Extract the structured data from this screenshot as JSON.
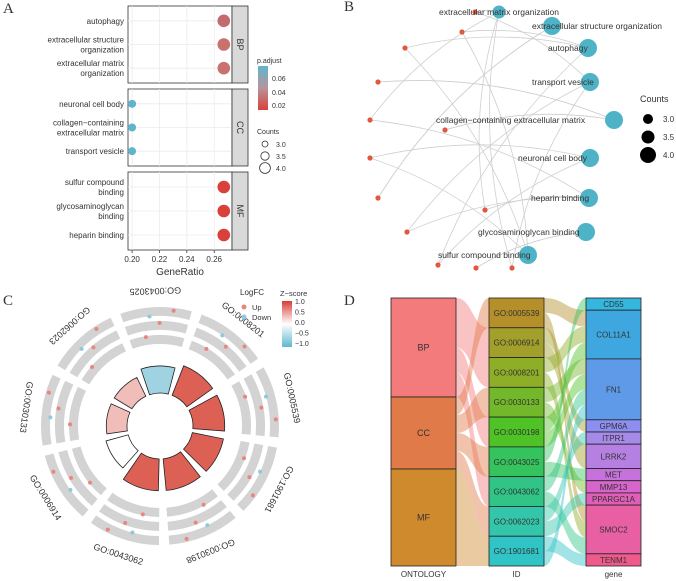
{
  "panels": {
    "A": {
      "letter": "A"
    },
    "B": {
      "letter": "B"
    },
    "C": {
      "letter": "C"
    },
    "D": {
      "letter": "D"
    }
  },
  "chart_data": [
    {
      "panel": "A",
      "type": "scatter",
      "subtype": "dotplot",
      "xlabel": "GeneRatio",
      "xticks": [
        0.2,
        0.22,
        0.24,
        0.26
      ],
      "xlim": [
        0.197,
        0.273
      ],
      "facets": [
        {
          "name": "BP",
          "terms": [
            "autophagy",
            "extracellular structure organization",
            "extracellular matrix organization"
          ]
        },
        {
          "name": "CC",
          "terms": [
            "neuronal cell body",
            "collagen−containing extracellular matrix",
            "transport vesicle"
          ]
        },
        {
          "name": "MF",
          "terms": [
            "sulfur compound binding",
            "glycosaminoglycan binding",
            "heparin binding"
          ]
        }
      ],
      "points": [
        {
          "term": "autophagy",
          "x": 0.267,
          "count": 4,
          "p_adjust": 0.03,
          "color": "#c46b72"
        },
        {
          "term": "extracellular structure organization",
          "x": 0.267,
          "count": 4,
          "p_adjust": 0.035,
          "color": "#c8716e"
        },
        {
          "term": "extracellular matrix organization",
          "x": 0.267,
          "count": 4,
          "p_adjust": 0.035,
          "color": "#c8716e"
        },
        {
          "term": "neuronal cell body",
          "x": 0.2,
          "count": 3,
          "p_adjust": 0.065,
          "color": "#5fb6cc"
        },
        {
          "term": "collagen−containing extracellular matrix",
          "x": 0.2,
          "count": 3,
          "p_adjust": 0.065,
          "color": "#5fb6cc"
        },
        {
          "term": "transport vesicle",
          "x": 0.2,
          "count": 3,
          "p_adjust": 0.065,
          "color": "#5fb6cc"
        },
        {
          "term": "sulfur compound binding",
          "x": 0.267,
          "count": 4,
          "p_adjust": 0.005,
          "color": "#d9413a"
        },
        {
          "term": "glycosaminoglycan binding",
          "x": 0.267,
          "count": 4,
          "p_adjust": 0.005,
          "color": "#d9413a"
        },
        {
          "term": "heparin binding",
          "x": 0.267,
          "count": 4,
          "p_adjust": 0.005,
          "color": "#d9413a"
        }
      ],
      "legend_color": {
        "title": "p.adjust",
        "ticks": [
          "0.06",
          "0.04",
          "0.02"
        ],
        "colors": [
          "#5fb6cc",
          "#b7949c",
          "#d9413a"
        ]
      },
      "legend_size": {
        "title": "Counts",
        "ticks": [
          "3.0",
          "3.5",
          "4.0"
        ]
      }
    },
    {
      "panel": "B",
      "type": "network",
      "term_nodes": [
        "extracellular matrix organization",
        "extracellular structure organization",
        "autophagy",
        "transport vesicle",
        "collagen−containing extracellular matrix",
        "neuronal cell body",
        "heparin binding",
        "glycosaminoglycan binding",
        "sulfur compound binding"
      ],
      "term_node_color": "#4fb3c8",
      "gene_node_color": "#e0583d",
      "gene_node_count": 13,
      "legend": {
        "title": "Counts",
        "ticks": [
          "3.0",
          "3.5",
          "4.0"
        ]
      }
    },
    {
      "panel": "C",
      "type": "circular",
      "terms": [
        "GO:0008201",
        "GO:0005539",
        "GO:1901681",
        "GO:0030198",
        "GO:0043062",
        "GO:0006914",
        "GO:0030133",
        "GO:0062023",
        "GO:0043025"
      ],
      "zscores": [
        0.85,
        0.85,
        0.85,
        0.85,
        0.85,
        0.0,
        0.35,
        0.35,
        -0.6
      ],
      "legend_logfc": {
        "title": "LogFC",
        "items": [
          {
            "label": "Up",
            "color": "#e8877a"
          },
          {
            "label": "Down",
            "color": "#8ec9dc"
          }
        ]
      },
      "legend_z": {
        "title": "Z−score",
        "ticks": [
          "1.0",
          "0.5",
          "0.0",
          "−0.5",
          "−1.0"
        ]
      }
    },
    {
      "panel": "D",
      "type": "sankey",
      "axis_labels": [
        "ONTOLOGY",
        "ID",
        "gene"
      ],
      "ontology": [
        {
          "label": "BP",
          "color": "#f47b7b"
        },
        {
          "label": "CC",
          "color": "#e07a48"
        },
        {
          "label": "MF",
          "color": "#d08a2e"
        }
      ],
      "ids": [
        {
          "label": "GO:0005539",
          "color": "#b48f2a"
        },
        {
          "label": "GO:0006914",
          "color": "#a2a02a"
        },
        {
          "label": "GO:0008201",
          "color": "#8fae27"
        },
        {
          "label": "GO:0030133",
          "color": "#73b82a"
        },
        {
          "label": "GO:0030198",
          "color": "#4fc226"
        },
        {
          "label": "GO:0043025",
          "color": "#35c35d"
        },
        {
          "label": "GO:0043062",
          "color": "#30c587"
        },
        {
          "label": "GO:0062023",
          "color": "#34c6aa"
        },
        {
          "label": "GO:1901681",
          "color": "#30c4c6"
        }
      ],
      "genes": [
        {
          "label": "CD55",
          "weight": 1,
          "color": "#35b6dc"
        },
        {
          "label": "COL11A1",
          "weight": 4,
          "color": "#3fa7e0"
        },
        {
          "label": "FN1",
          "weight": 5,
          "color": "#5f9ae8"
        },
        {
          "label": "GPM6A",
          "weight": 1,
          "color": "#8d8ef0"
        },
        {
          "label": "ITPR1",
          "weight": 1,
          "color": "#a58ae8"
        },
        {
          "label": "LRRK2",
          "weight": 2,
          "color": "#b680e3"
        },
        {
          "label": "MET",
          "weight": 1,
          "color": "#c772dc"
        },
        {
          "label": "MMP13",
          "weight": 1,
          "color": "#d765cc"
        },
        {
          "label": "PPARGC1A",
          "weight": 1,
          "color": "#e05eb8"
        },
        {
          "label": "SMOC2",
          "weight": 4,
          "color": "#e85fa3"
        },
        {
          "label": "TENM1",
          "weight": 1,
          "color": "#ef5a8c"
        }
      ]
    }
  ]
}
